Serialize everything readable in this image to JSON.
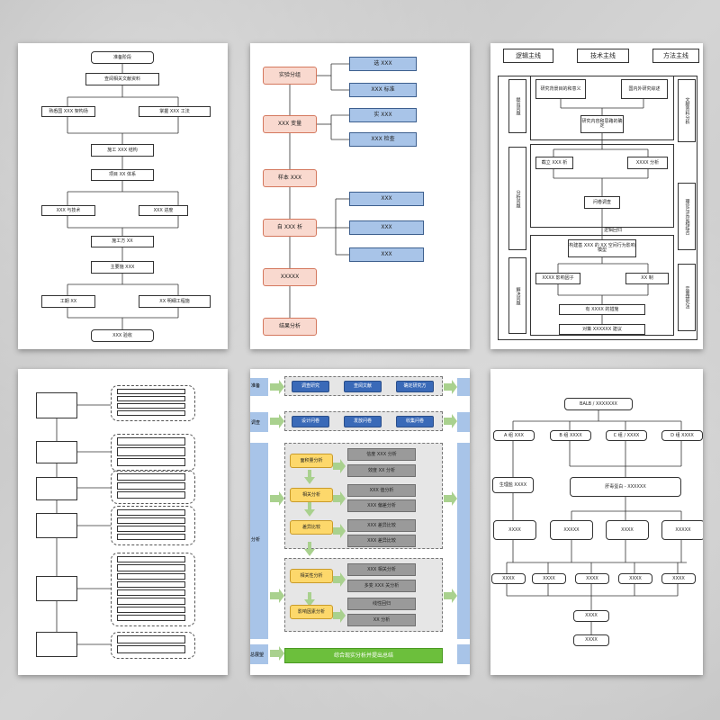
{
  "p1": {
    "start": "准备阶段",
    "collect": "查阅相关文献资料",
    "left1": "熟悉国 XXX 架构场",
    "right1": "掌握 XXX 工法",
    "design": "施工 XXX 结构",
    "project": "项目 XX 体系",
    "left2": "XXX 与技术",
    "right2": "XXX 进度",
    "construct": "施工方 XX",
    "main": "主要施 XXX",
    "left3": "工期 XX",
    "right3": "XX 明细工程施",
    "end": "XXX 验收"
  },
  "p2": {
    "left": [
      "实验分组",
      "XXX 变量",
      "样本 XXX",
      "自 XXX 析",
      "XXXXX",
      "结果分析"
    ],
    "right": [
      "选 XXX",
      "XXX 标准",
      "实 XXX",
      "XXX 检查",
      "XXX",
      "XXX",
      "XXX"
    ]
  },
  "p3": {
    "headers": [
      "逻辑主线",
      "技术主线",
      "方法主线"
    ],
    "left_labels": [
      "提出问题",
      "分析问题",
      "解决问题"
    ],
    "right_labels": [
      "文献资料分析",
      "理论与实证相结合",
      "定量研究法"
    ],
    "b1": "研究背景目的和意义",
    "b2": "国内外研究综述",
    "b3": "研究内容和思路的确定",
    "b4": "截立 XXX 析",
    "b5": "XXXX 分析",
    "b6": "问卷调查",
    "mid": "逻辑回归",
    "b7": "构建基 XXX 的 XX 空间行为影响模型",
    "b8": "XXXX 影响因子",
    "b9": "XX 制",
    "b10": "有 XXXX 的措施",
    "b11": "对策 XXXXXX 建议"
  },
  "p5": {
    "phases": [
      "准备",
      "调查",
      "分析",
      "总展望"
    ],
    "prep": [
      "调查研究",
      "查阅文献",
      "确定研究方"
    ],
    "survey": [
      "设计问卷",
      "发放问卷",
      "收集问卷"
    ],
    "yellow": [
      "面积量分析",
      "相关分析",
      "差异比较",
      "相关性分析",
      "影响因素分析"
    ],
    "gray": [
      "信度 XXX 分析",
      "效度 XX 分析",
      "XXX 值分析",
      "XXX 偏差分析",
      "XXX 差异比较",
      "XXX 差异比较",
      "XXX 相关分析",
      "多变 XXX 关分析",
      "线性回归",
      "XX 分析"
    ],
    "final": "综合现实分析并提出总结"
  },
  "p6": {
    "top": "BALB / XXXXXXX",
    "row1": [
      "A 组 XXX",
      "B 组 XXXX",
      "C 组 / XXXX",
      "D 组 XXXX"
    ],
    "left": "生理盐 XXXX",
    "mid": "肝毒蛋白 - XXXXXX",
    "row3": [
      "XXXX",
      "XXXXX",
      "XXXX",
      "XXXXX"
    ],
    "row4": [
      "XXXX",
      "XXXX",
      "XXXX",
      "XXXX",
      "XXXX"
    ],
    "bottom": [
      "XXXX",
      "XXXX"
    ]
  },
  "colors": {
    "peach": "#f9d9cf",
    "blue": "#a8c4e8",
    "navy": "#3a6ab8",
    "yellow": "#fdd86b",
    "green": "#6cbf3c",
    "gray": "#9a9a9a"
  }
}
